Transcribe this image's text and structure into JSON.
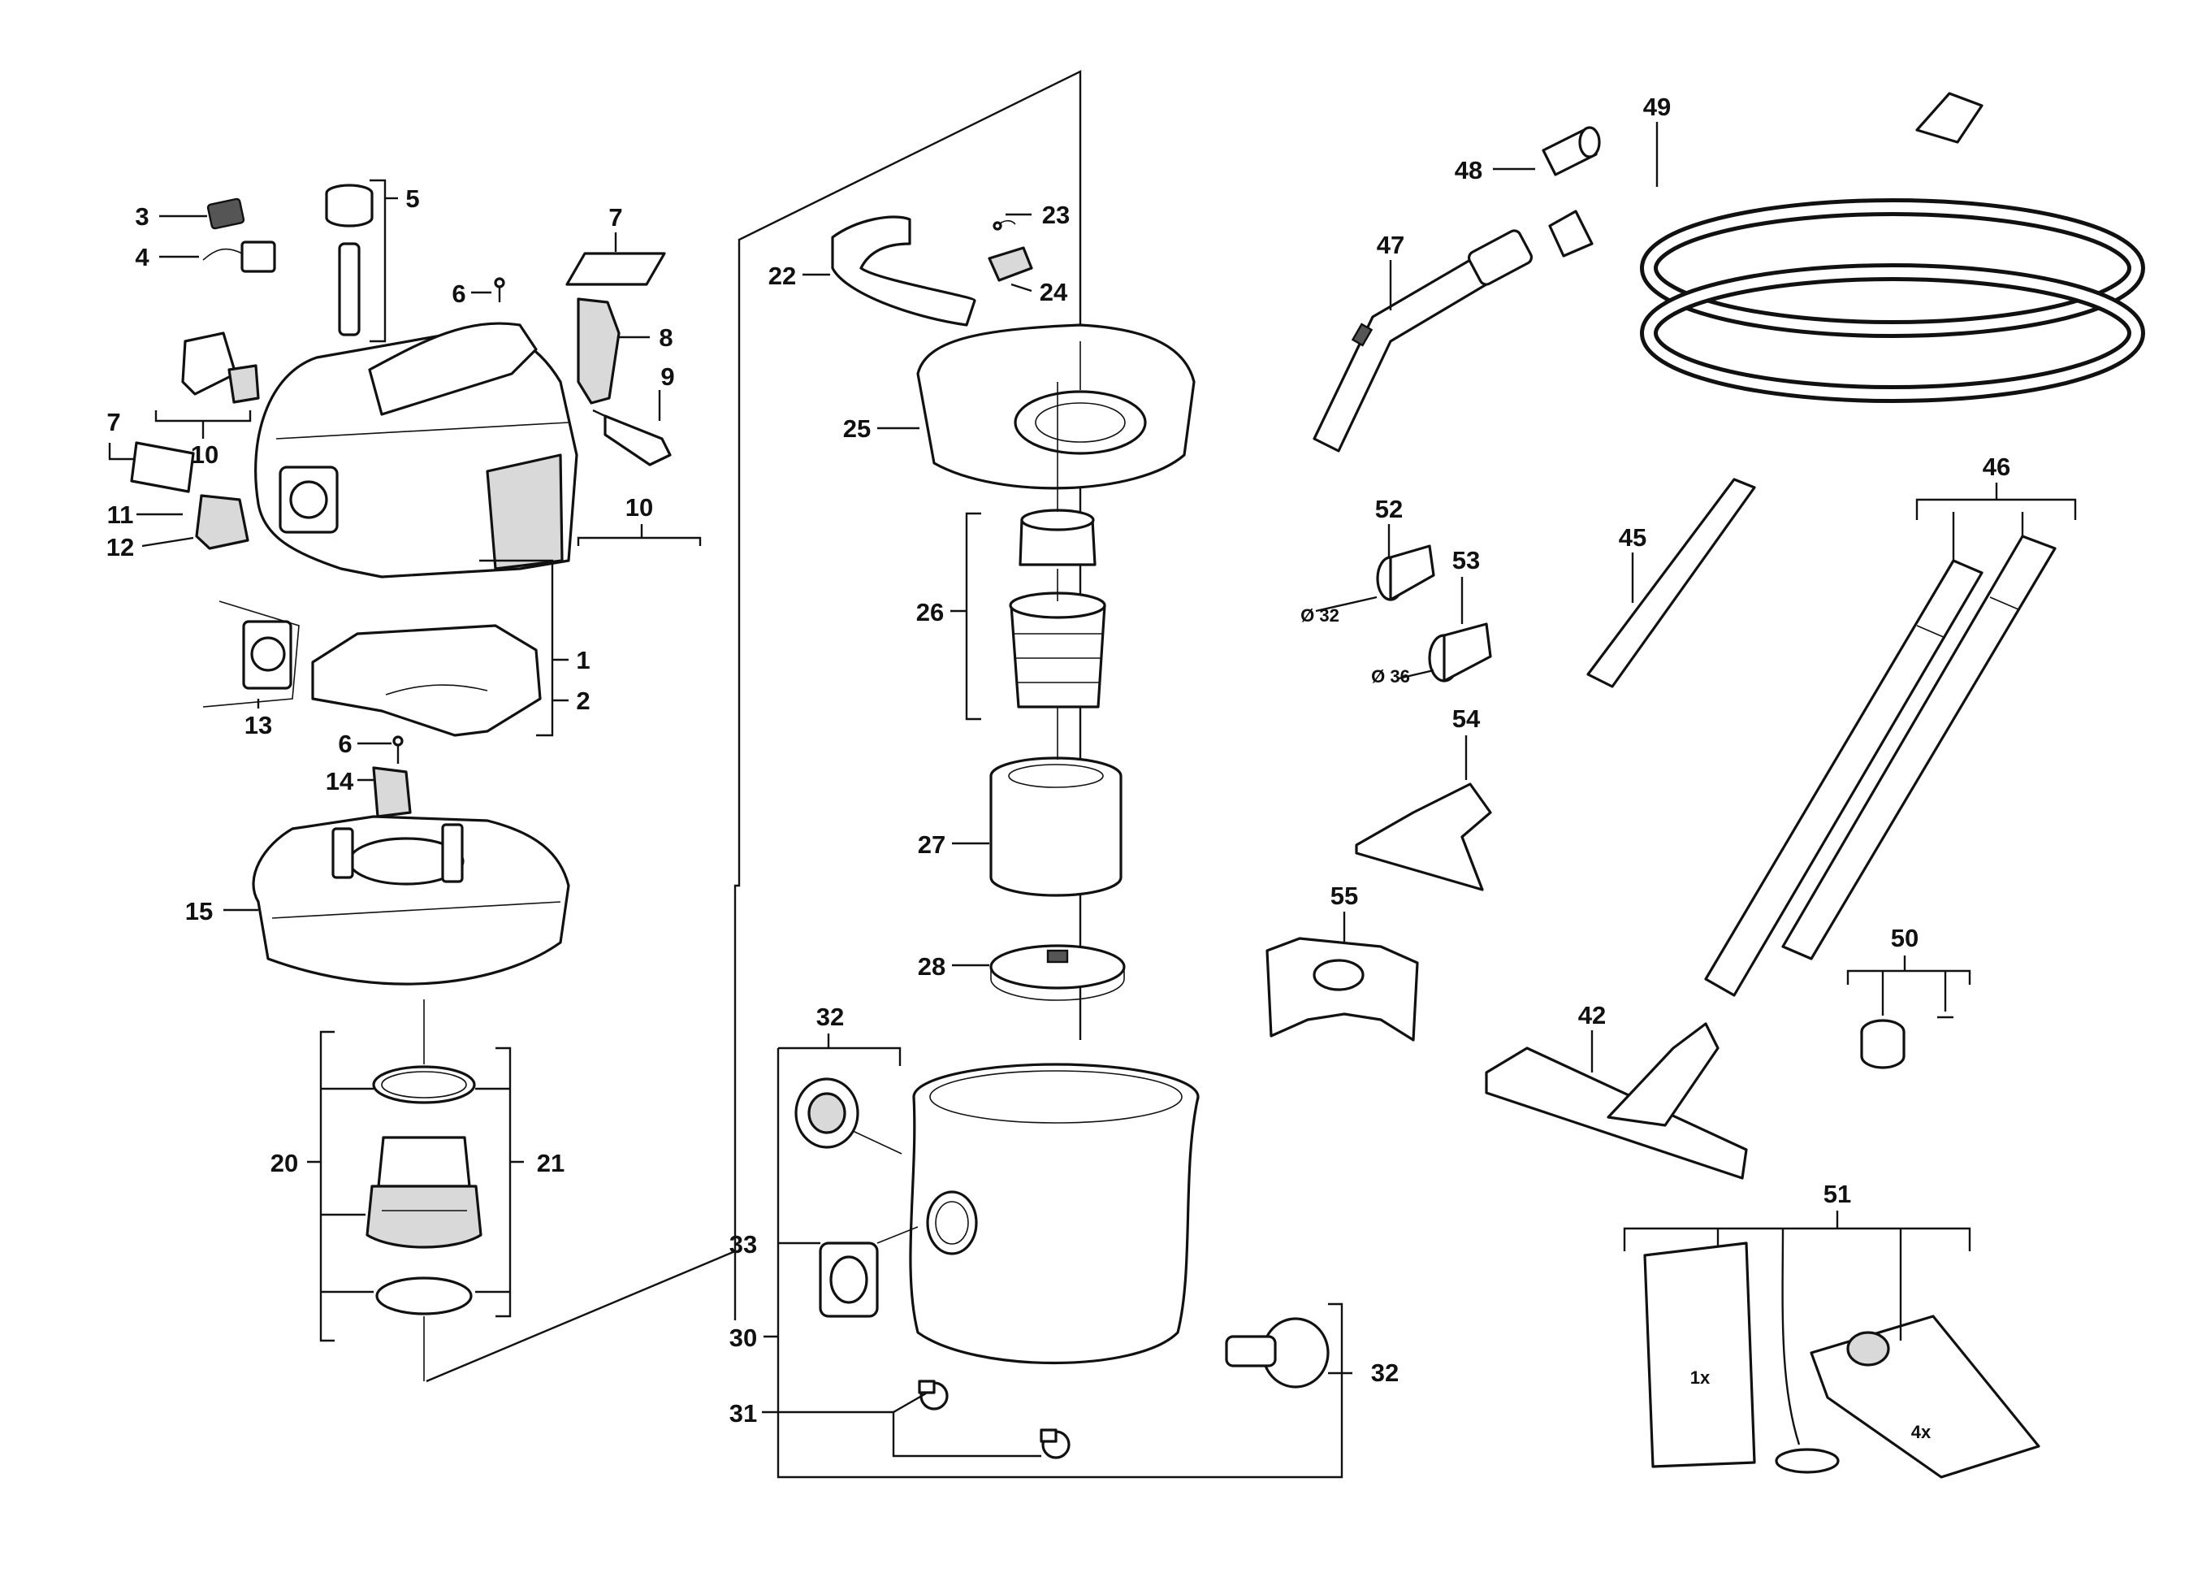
{
  "labels": {
    "p1": "1",
    "p2": "2",
    "p3": "3",
    "p4": "4",
    "p5": "5",
    "p6a": "6",
    "p6b": "6",
    "p7a": "7",
    "p7b": "7",
    "p8": "8",
    "p9": "9",
    "p10a": "10",
    "p10b": "10",
    "p11": "11",
    "p12": "12",
    "p13": "13",
    "p14": "14",
    "p15": "15",
    "p20": "20",
    "p21": "21",
    "p22": "22",
    "p23": "23",
    "p24": "24",
    "p25": "25",
    "p26": "26",
    "p27": "27",
    "p28": "28",
    "p30": "30",
    "p31": "31",
    "p32a": "32",
    "p32b": "32",
    "p33": "33",
    "p42": "42",
    "p45": "45",
    "p46": "46",
    "p47": "47",
    "p48": "48",
    "p49": "49",
    "p50": "50",
    "p51": "51",
    "p52": "52",
    "p53": "53",
    "p54": "54",
    "p55": "55"
  },
  "annotations": {
    "d32": "Ø 32",
    "d36": "Ø 36",
    "qty1": "1x",
    "qty4": "4x"
  }
}
